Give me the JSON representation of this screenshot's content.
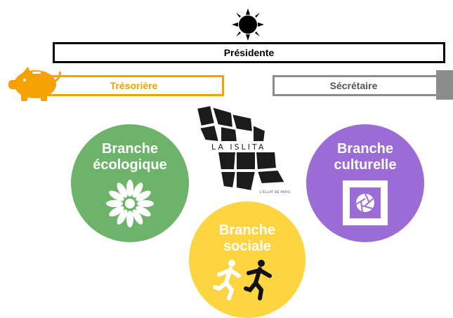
{
  "roles": {
    "president": "Présidente",
    "treasurer": "Trésorière",
    "secretary": "Sécrétaire"
  },
  "logo": {
    "name": "LA ISLITA",
    "tagline": "L'ÉCLAT DE PARIS"
  },
  "branches": {
    "ecological": {
      "line1": "Branche",
      "line2": "écologique",
      "color": "#6db36a",
      "icon": "daisy-flower-icon"
    },
    "cultural": {
      "line1": "Branche",
      "line2": "culturelle",
      "color": "#9b6bd6",
      "icon": "framed-camera-aperture-icon"
    },
    "social": {
      "line1": "Branche",
      "line2": "sociale",
      "color": "#fcd540",
      "icon": "running-people-icon"
    }
  },
  "colors": {
    "president": "#000000",
    "treasurer": "#f5a100",
    "secretary": "#8c8c8c"
  },
  "icons": [
    "sun-icon",
    "piggy-bank-icon",
    "island-map-logo"
  ]
}
